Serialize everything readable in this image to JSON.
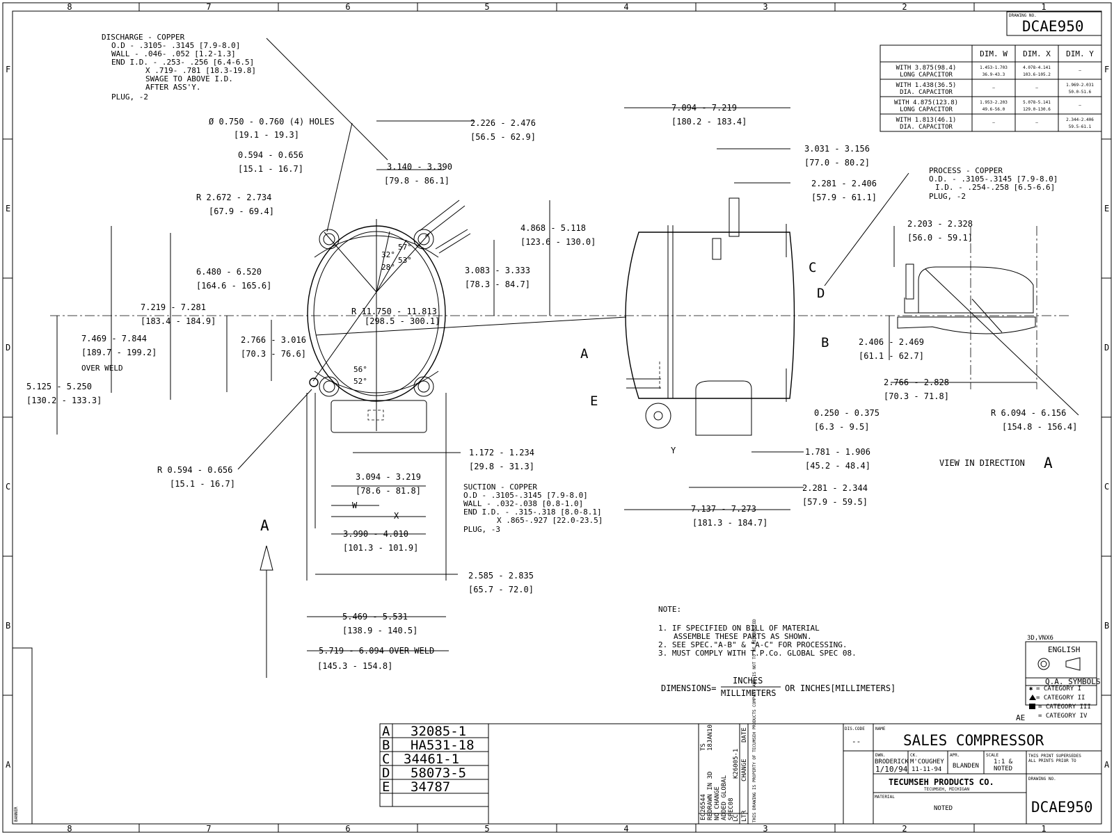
{
  "border": {
    "top_zones": [
      "8",
      "7",
      "6",
      "5",
      "4",
      "3",
      "2",
      "1"
    ],
    "side_zones": [
      "F",
      "E",
      "D",
      "C",
      "B",
      "A"
    ],
    "banner": "BANNER"
  },
  "drawing_number": "DCAE950",
  "drawing_no_label": "DRAWING NO.",
  "dim_table": {
    "headers": [
      "DIM. W",
      "DIM. X",
      "DIM. Y"
    ],
    "rows": [
      {
        "label": [
          "WITH 3.875(98.4)",
          "LONG CAPACITOR"
        ],
        "w": [
          "1.453-1.703",
          "36.9-43.3"
        ],
        "x": [
          "4.078-4.141",
          "103.6-105.2"
        ],
        "y": [
          "—",
          ""
        ]
      },
      {
        "label": [
          "WITH 1.438(36.5)",
          "DIA. CAPACITOR"
        ],
        "w": [
          "—",
          ""
        ],
        "x": [
          "—",
          ""
        ],
        "y": [
          "1.969-2.031",
          "50.0-51.6"
        ]
      },
      {
        "label": [
          "WITH 4.875(123.8)",
          "LONG CAPACITOR"
        ],
        "w": [
          "1.953-2.203",
          "49.6-56.0"
        ],
        "x": [
          "5.078-5.141",
          "129.0-130.6"
        ],
        "y": [
          "—",
          ""
        ]
      },
      {
        "label": [
          "WITH 1.813(46.1)",
          "DIA. CAPACITOR"
        ],
        "w": [
          "—",
          ""
        ],
        "x": [
          "—",
          ""
        ],
        "y": [
          "2.344-2.406",
          "59.5-61.1"
        ]
      }
    ]
  },
  "callouts": {
    "discharge": [
      "DISCHARGE - COPPER",
      "O.D - .3105- .3145 [7.9-8.0]",
      "WALL - .046- .052 [1.2-1.3]",
      "END I.D. - .253- .256 [6.4-6.5]",
      "X .719- .781 [18.3-19.8]",
      "SWAGE TO ABOVE I.D.",
      "AFTER ASS'Y.",
      "PLUG, -2"
    ],
    "holes": [
      "Ø  0.750 - 0.760  (4) HOLES",
      "[19.1 - 19.3]"
    ],
    "suction": [
      "SUCTION - COPPER",
      "O.D - .3105-.3145 [7.9-8.0]",
      "WALL - .032-.038 [0.8-1.0]",
      "END I.D. - .315-.318 [8.0-8.1]",
      "X .865-.927 [22.0-23.5]",
      "PLUG, -3"
    ],
    "process": [
      "PROCESS - COPPER",
      "O.D. - .3105-.3145 [7.9-8.0]",
      "I.D. - .254-.258 [6.5-6.6]",
      "PLUG, -2"
    ]
  },
  "dims": [
    [
      "2.226 - 2.476",
      "[56.5 - 62.9]"
    ],
    [
      "0.594 - 0.656",
      "[15.1 - 16.7]"
    ],
    [
      "3.140 - 3.390",
      "[79.8 - 86.1]"
    ],
    [
      "R 2.672 - 2.734",
      "[67.9 - 69.4]"
    ],
    [
      "4.868 - 5.118",
      "[123.6 - 130.0]"
    ],
    [
      "6.480 - 6.520",
      "[164.6 - 165.6]"
    ],
    [
      "3.083 - 3.333",
      "[78.3 - 84.7]"
    ],
    [
      "7.219 - 7.281",
      "[183.4 - 184.9]"
    ],
    [
      "R 11.750 - 11.813",
      "[298.5 - 300.1]"
    ],
    [
      "7.469 - 7.844",
      "[189.7 - 199.2]",
      "OVER WELD"
    ],
    [
      "2.766 - 3.016",
      "[70.3 - 76.6]"
    ],
    [
      "5.125 - 5.250",
      "[130.2 - 133.3]"
    ],
    [
      "R 0.594 - 0.656",
      "[15.1 - 16.7]"
    ],
    [
      "1.172 - 1.234",
      "[29.8 - 31.3]"
    ],
    [
      "3.094 - 3.219",
      "[78.6 - 81.8]"
    ],
    [
      "3.990 - 4.010",
      "[101.3 - 101.9]"
    ],
    [
      "2.585 - 2.835",
      "[65.7 - 72.0]"
    ],
    [
      "5.469 - 5.531",
      "[138.9 - 140.5]"
    ],
    [
      "5.719 - 6.094  OVER WELD",
      "[145.3 - 154.8]"
    ],
    [
      "7.094 - 7.219",
      "[180.2 - 183.4]"
    ],
    [
      "3.031 - 3.156",
      "[77.0 - 80.2]"
    ],
    [
      "2.281 - 2.406",
      "[57.9 - 61.1]"
    ],
    [
      "0.250 - 0.375",
      "[6.3 - 9.5]"
    ],
    [
      "1.781 - 1.906",
      "[45.2 - 48.4]"
    ],
    [
      "2.281 - 2.344",
      "[57.9 - 59.5]"
    ],
    [
      "7.137 - 7.273",
      "[181.3 - 184.7]"
    ],
    [
      "2.203 - 2.328",
      "[56.0 - 59.1]"
    ],
    [
      "2.406 - 2.469",
      "[61.1 - 62.7]"
    ],
    [
      "2.766 - 2.828",
      "[70.3 - 71.8]"
    ],
    [
      "R 6.094 - 6.156",
      "[154.8 - 156.4]"
    ]
  ],
  "angles": [
    "32°",
    "57°",
    "28°",
    "53°",
    "56°",
    "52°"
  ],
  "letters": {
    "w": "W",
    "x": "X",
    "y": "Y",
    "a": "A",
    "b": "B",
    "c": "C",
    "d": "D",
    "e": "E"
  },
  "view_label": "VIEW IN DIRECTION",
  "view_letter": "A",
  "notes": {
    "title": "NOTE:",
    "items": [
      "1. IF SPECIFIED ON BILL OF MATERIAL",
      "ASSEMBLE THESE PARTS AS SHOWN.",
      "2. SEE SPEC.\"A-B\" & \"A-C\" FOR PROCESSING.",
      "3. MUST COMPLY WITH T.P.Co. GLOBAL SPEC 08."
    ]
  },
  "units": {
    "dimensions": "DIMENSIONS=",
    "inches": "INCHES",
    "millimeters": "MILLIMETERS",
    "or": "OR",
    "alt": "INCHES[MILLIMETERS]"
  },
  "qa": {
    "code": "3D,VNX6",
    "english": "ENGLISH",
    "title": "Q.A. SYMBOLS",
    "rows": [
      "= CATEGORY I",
      "= CATEGORY II",
      "= CATEGORY III",
      "= CATEGORY IV"
    ],
    "ae": "AE"
  },
  "parts": [
    {
      "letter": "A",
      "no": "32085-1"
    },
    {
      "letter": "B",
      "no": "HA531-18"
    },
    {
      "letter": "C",
      "no": "34461-1"
    },
    {
      "letter": "D",
      "no": "58073-5"
    },
    {
      "letter": "E",
      "no": "34787"
    }
  ],
  "revision": {
    "text": [
      "EC26544",
      "REDRAWN IN 3D",
      "NO CHANGE",
      "ADDED GLOBAL",
      "SPEC08"
    ],
    "by": [
      "TS",
      "18JAN10"
    ],
    "ref": "K26005-1",
    "change": "CHANGE",
    "date": "DATE",
    "ltr": "LTR",
    "lc": "LC"
  },
  "title_block": {
    "dis_code_label": "DIS.CODE",
    "dis_code": "--",
    "name_label": "NAME",
    "name": "SALES COMPRESSOR",
    "dwn_label": "DWN.",
    "dwn": [
      "BRODERICK",
      "1/10/94"
    ],
    "ck_label": "CK.",
    "ck": [
      "M'COUGHEY",
      "11-11-94"
    ],
    "apr_label": "APR.",
    "apr": "BLANDEN",
    "scale_label": "SCALE",
    "scale": [
      "1:1 &",
      "NOTED"
    ],
    "supersedes": [
      "THIS PRINT SUPERSEDES",
      "ALL PRINTS PRIOR TO"
    ],
    "company": "TECUMSEH PRODUCTS CO.",
    "location": "TECUMSEH, MICHIGAN",
    "material_label": "MATERIAL",
    "material": "NOTED",
    "drawing_no_label": "DRAWING NO."
  },
  "fine_print": "THIS DRAWING IS PROPERTY OF TECUMSEH PRODUCTS COMPANY AND IS NOT TO BE REPRODUCED"
}
